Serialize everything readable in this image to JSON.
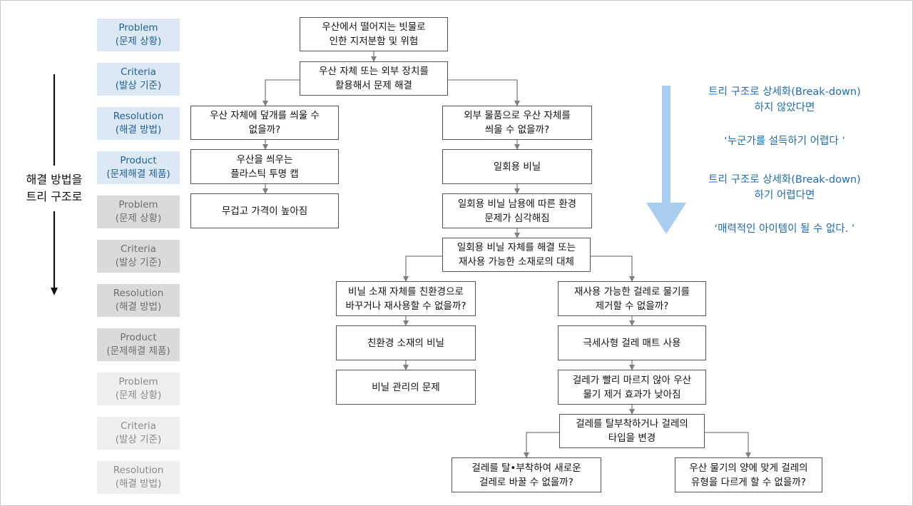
{
  "colors": {
    "label_level1_bg": "#dce9f5",
    "label_level1_text": "#1e5f98",
    "label_level2_bg": "#dadada",
    "label_level2_text": "#6e6e6e",
    "label_level3_bg": "#efefef",
    "label_level3_text": "#8a8a8a",
    "arrow_blue": "#a9cdee",
    "note_text": "#1f6cb8",
    "connector": "#7f7f7f"
  },
  "labels": [
    {
      "en": "Problem",
      "ko": "(문제 상황)"
    },
    {
      "en": "Criteria",
      "ko": "(발상 기준)"
    },
    {
      "en": "Resolution",
      "ko": "(해결 방법)"
    },
    {
      "en": "Product",
      "ko": "(문제해결 제품)"
    },
    {
      "en": "Problem",
      "ko": "(문제 상황)"
    },
    {
      "en": "Criteria",
      "ko": "(발상 기준)"
    },
    {
      "en": "Resolution",
      "ko": "(해결 방법)"
    },
    {
      "en": "Product",
      "ko": "(문제해결 제품)"
    },
    {
      "en": "Problem",
      "ko": "(문제 상황)"
    },
    {
      "en": "Criteria",
      "ko": "(발상 기준)"
    },
    {
      "en": "Resolution",
      "ko": "(해결 방법)"
    }
  ],
  "side_text": {
    "line1": "해결 방법을",
    "line2": "트리 구조로"
  },
  "nodes": {
    "root": {
      "line1": "우산에서 떨어지는 빗물로",
      "line2": "인한 지저분함 및 위험"
    },
    "criteria_top": {
      "line1": "우산 자체 또는 외부 장치를",
      "line2": "활용해서 문제 해결"
    },
    "left_resolution": {
      "line1": "우산 자체에 덮개를 씌울 수",
      "line2": "없을까?"
    },
    "left_product": {
      "line1": "우산을 씌우는",
      "line2": "플라스틱 투명 캡"
    },
    "left_problem": {
      "line1": "무겁고 가격이 높아짐",
      "line2": ""
    },
    "right_resolution": {
      "line1": "외부 물품으로 우산 자체를",
      "line2": "씌울 수 없을까?"
    },
    "right_product": {
      "line1": "일회용 비닐",
      "line2": ""
    },
    "right_problem": {
      "line1": "일회용 비닐 남용에 따른 환경",
      "line2": "문제가 심각해짐"
    },
    "criteria_mid": {
      "line1": "일회용 비닐 자체를 해결 또는",
      "line2": "재사용 가능한 소재로의 대체"
    },
    "vinyl_resolution": {
      "line1": "비닐 소재 자체를 친환경으로",
      "line2": "바꾸거나 재사용할 수 없을까?"
    },
    "vinyl_product": {
      "line1": "친환경 소재의 비닐",
      "line2": ""
    },
    "vinyl_problem": {
      "line1": "비닐 관리의 문제",
      "line2": ""
    },
    "cloth_resolution": {
      "line1": "재사용 가능한 걸레로 물기를",
      "line2": "제거할 수 없을까?"
    },
    "cloth_product": {
      "line1": "극세사형 걸레 매트 사용",
      "line2": ""
    },
    "cloth_problem": {
      "line1": "걸레가 빨리 마르지 않아 우산",
      "line2": "물기 제거 효과가 낮아짐"
    },
    "criteria_bottom": {
      "line1": "걸레를 탈부착하거나 걸레의",
      "line2": "타입을 변경"
    },
    "res_detach": {
      "line1": "걸레를 탈•부착하여 새로운",
      "line2": "걸레로 바꿀 수 없을까?"
    },
    "res_type": {
      "line1": "우산 물기의 양에 맞게 걸레의",
      "line2": "유형을 다르게 할 수 없을까?"
    }
  },
  "notes": {
    "note1": {
      "line1": "트리 구조로 상세화(Break-down)",
      "line2": "하지 않았다면"
    },
    "note2": "‘누군가를 설득하기 어렵다 ’",
    "note3": {
      "line1": "트리 구조로 상세화(Break-down)",
      "line2": "하기 어렵다면"
    },
    "note4": "‘매력적인 아이템이 될 수 없다. ’"
  }
}
